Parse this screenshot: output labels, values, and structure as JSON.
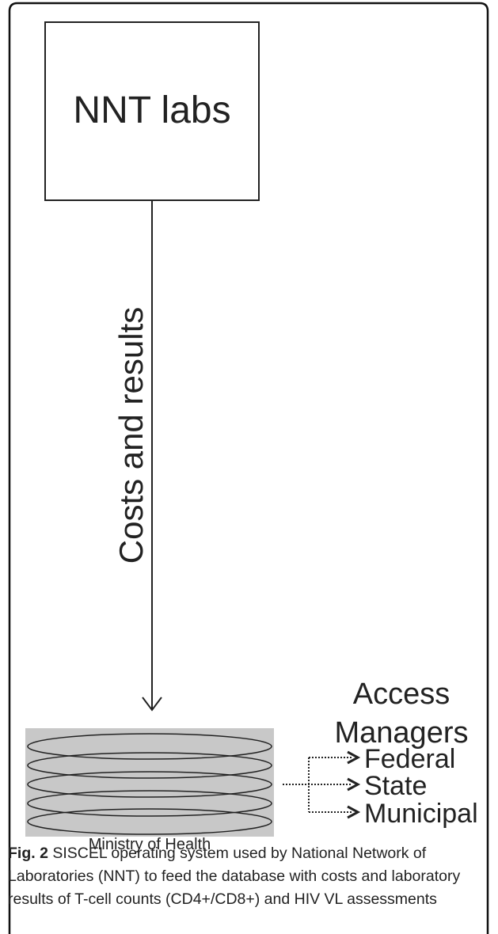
{
  "diagram": {
    "source_box": {
      "label": "NNT labs"
    },
    "flow_label": "Costs and results",
    "database": {
      "label": "Ministry of Health"
    },
    "managers": {
      "heading_line1": "Access",
      "heading_line2": "Managers",
      "items": [
        "Federal",
        "State",
        "Municipal"
      ]
    }
  },
  "caption": {
    "label": "Fig. 2",
    "text": "SISCEL operating system used by National Network of Laboratories (NNT) to feed the database with costs and laboratory results of T-cell counts (CD4+/CD8+) and HIV VL assessments"
  },
  "colors": {
    "line": "#222222",
    "db_fill": "#c8c8c8",
    "border": "#111111"
  }
}
